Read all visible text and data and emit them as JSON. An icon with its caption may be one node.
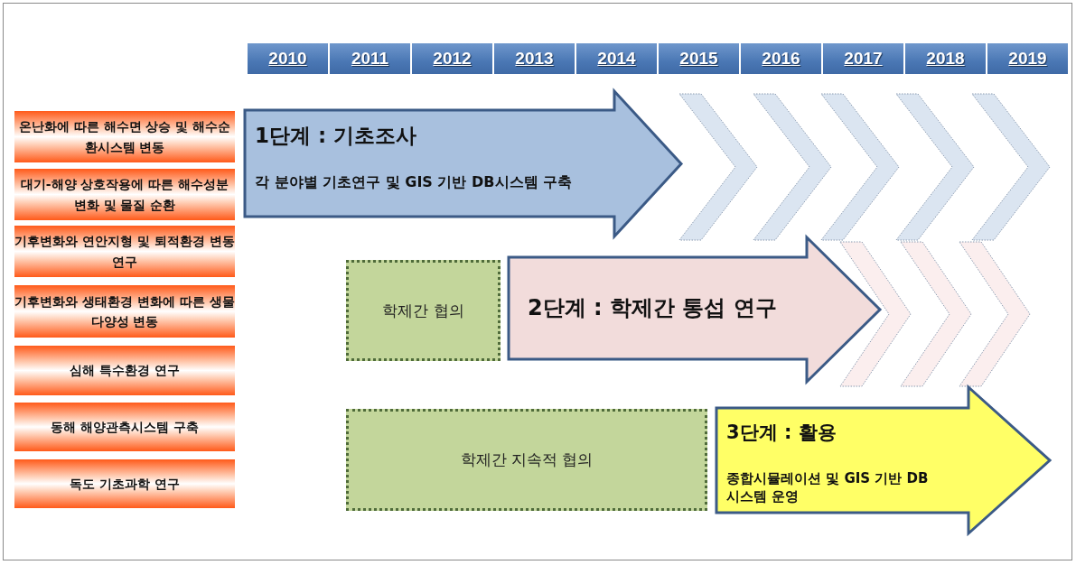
{
  "diagram": {
    "nodes": [
      {
        "text": [
          "온난화에 따른 해수면 상승 및 해수순환시스템 변동"
        ]
      },
      {
        "text": [
          "대기-해양 상호작용에 따른 해수성분 변화 및 물질 순환"
        ]
      },
      {
        "text": [
          "기후변화와 연안지형 및 퇴적환경 변동 연구"
        ]
      },
      {
        "text": [
          "기후변화와 생태환경 변화에 따른 생물다양성 변동"
        ]
      },
      {
        "text": [
          "심해 특수환경 연구"
        ]
      },
      {
        "text": [
          "동해 해양관측시스템 구축"
        ]
      },
      {
        "text": [
          "독도 기초과학 연구"
        ]
      },
      {
        "text": [
          "1단계 : 기초조사",
          "각 분야별 기초연구 및 GIS 기반 DB시스템 구축"
        ]
      },
      {
        "text": [],
        "shape": "chevron"
      },
      {
        "text": [],
        "shape": "chevron"
      },
      {
        "text": [],
        "shape": "chevron"
      },
      {
        "text": [],
        "shape": "chevron"
      },
      {
        "text": [],
        "shape": "chevron"
      },
      {
        "text": [
          "학제간 협의"
        ]
      },
      {
        "text": [
          "2단계 : 학제간 통섭 연구"
        ]
      },
      {
        "text": [],
        "shape": "chevron"
      },
      {
        "text": [],
        "shape": "chevron"
      },
      {
        "text": [],
        "shape": "chevron"
      },
      {
        "text": [
          "학제간 지속적 협의"
        ]
      },
      {
        "text": [
          "3단계 : 활용",
          "종합시뮬레이션 및 GIS 기반 DB 시스템 운영"
        ]
      }
    ],
    "labels": [
      "2010",
      "2011",
      "2012",
      "2013",
      "2014",
      "2015",
      "2016",
      "2017",
      "2018",
      "2019"
    ]
  }
}
